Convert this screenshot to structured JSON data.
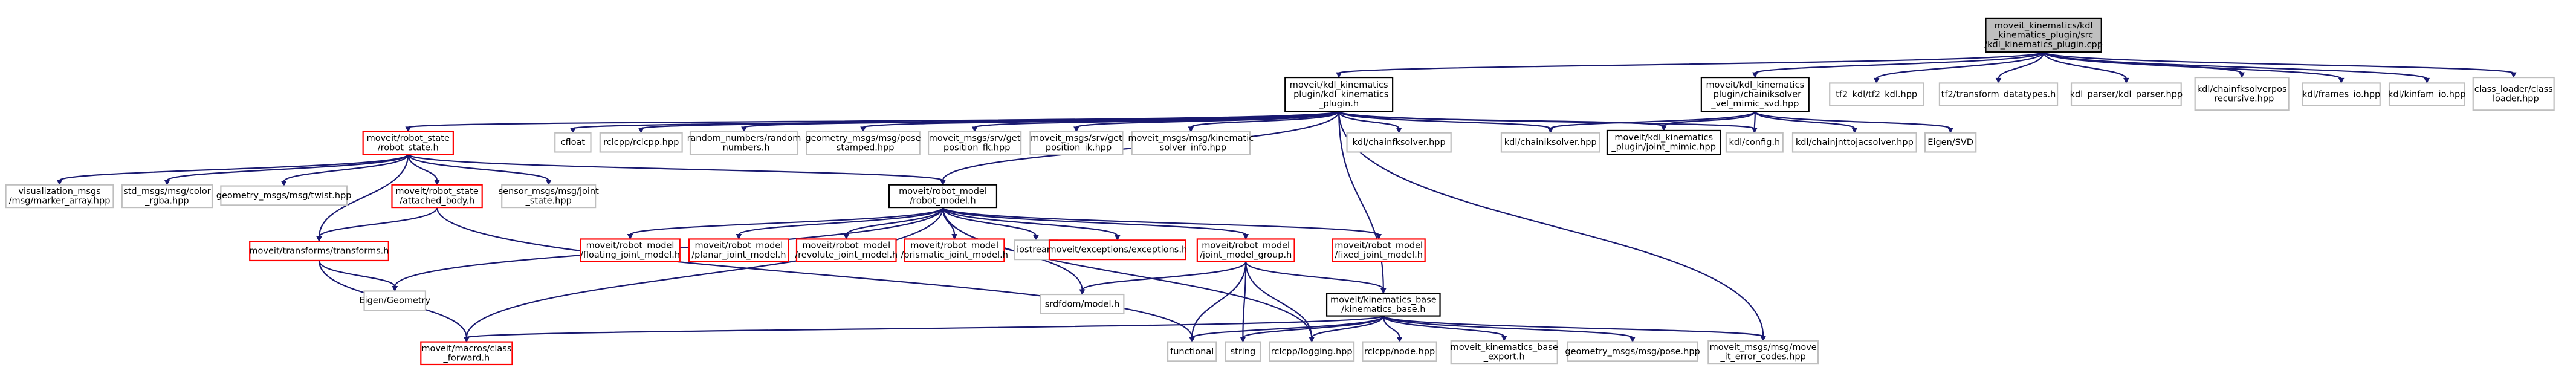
{
  "colors": {
    "edge": "#191970",
    "root_fill": "#bfbfbf",
    "root_border": "#000000",
    "linked_border": "#000000",
    "missing_border": "#ff0000",
    "external_border": "#bfbfbf",
    "node_fill": "#ffffff"
  },
  "nodes": [
    {
      "id": "root",
      "kind": "root",
      "lines": [
        "moveit_kinematics/kdl",
        "_kinematics_plugin/src",
        "/kdl_kinematics_plugin.cpp"
      ]
    },
    {
      "id": "kdl_plugin_h",
      "kind": "linked",
      "lines": [
        "moveit/kdl_kinematics",
        "_plugin/kdl_kinematics",
        "_plugin.h"
      ]
    },
    {
      "id": "chainiksolver_vel",
      "kind": "linked",
      "lines": [
        "moveit/kdl_kinematics",
        "_plugin/chainiksolver",
        "_vel_mimic_svd.hpp"
      ]
    },
    {
      "id": "tf2_kdl",
      "kind": "external",
      "lines": [
        "tf2_kdl/tf2_kdl.hpp"
      ]
    },
    {
      "id": "tf2_transform_datatypes",
      "kind": "external",
      "lines": [
        "tf2/transform_datatypes.h"
      ]
    },
    {
      "id": "kdl_parser",
      "kind": "external",
      "lines": [
        "kdl_parser/kdl_parser.hpp"
      ]
    },
    {
      "id": "chainfksolverpos",
      "kind": "external",
      "lines": [
        "kdl/chainfksolverpos",
        "_recursive.hpp"
      ]
    },
    {
      "id": "frames_io",
      "kind": "external",
      "lines": [
        "kdl/frames_io.hpp"
      ]
    },
    {
      "id": "kinfam_io",
      "kind": "external",
      "lines": [
        "kdl/kinfam_io.hpp"
      ]
    },
    {
      "id": "class_loader",
      "kind": "external",
      "lines": [
        "class_loader/class",
        "_loader.hpp"
      ]
    },
    {
      "id": "robot_state",
      "kind": "missing",
      "lines": [
        "moveit/robot_state",
        "/robot_state.h"
      ]
    },
    {
      "id": "cfloat",
      "kind": "external",
      "lines": [
        "cfloat"
      ]
    },
    {
      "id": "rclcpp",
      "kind": "external",
      "lines": [
        "rclcpp/rclcpp.hpp"
      ]
    },
    {
      "id": "random_numbers",
      "kind": "external",
      "lines": [
        "random_numbers/random",
        "_numbers.h"
      ]
    },
    {
      "id": "pose_stamped",
      "kind": "external",
      "lines": [
        "geometry_msgs/msg/pose",
        "_stamped.hpp"
      ]
    },
    {
      "id": "get_position_fk",
      "kind": "external",
      "lines": [
        "moveit_msgs/srv/get",
        "_position_fk.hpp"
      ]
    },
    {
      "id": "get_position_ik",
      "kind": "external",
      "lines": [
        "moveit_msgs/srv/get",
        "_position_ik.hpp"
      ]
    },
    {
      "id": "kinematic_solver_info",
      "kind": "external",
      "lines": [
        "moveit_msgs/msg/kinematic",
        "_solver_info.hpp"
      ]
    },
    {
      "id": "chainfksolver",
      "kind": "external",
      "lines": [
        "kdl/chainfksolver.hpp"
      ]
    },
    {
      "id": "chainiksolver",
      "kind": "external",
      "lines": [
        "kdl/chainiksolver.hpp"
      ]
    },
    {
      "id": "joint_mimic",
      "kind": "linked",
      "lines": [
        "moveit/kdl_kinematics",
        "_plugin/joint_mimic.hpp"
      ]
    },
    {
      "id": "kdl_config",
      "kind": "external",
      "lines": [
        "kdl/config.h"
      ]
    },
    {
      "id": "chainjnttojacsolver",
      "kind": "external",
      "lines": [
        "kdl/chainjnttojacsolver.hpp"
      ]
    },
    {
      "id": "eigen_svd",
      "kind": "external",
      "lines": [
        "Eigen/SVD"
      ]
    },
    {
      "id": "marker_array",
      "kind": "external",
      "lines": [
        "visualization_msgs",
        "/msg/marker_array.hpp"
      ]
    },
    {
      "id": "color_rgba",
      "kind": "external",
      "lines": [
        "std_msgs/msg/color",
        "_rgba.hpp"
      ]
    },
    {
      "id": "twist",
      "kind": "external",
      "lines": [
        "geometry_msgs/msg/twist.hpp"
      ]
    },
    {
      "id": "attached_body",
      "kind": "missing",
      "lines": [
        "moveit/robot_state",
        "/attached_body.h"
      ]
    },
    {
      "id": "joint_state",
      "kind": "external",
      "lines": [
        "sensor_msgs/msg/joint",
        "_state.hpp"
      ]
    },
    {
      "id": "robot_model",
      "kind": "linked",
      "lines": [
        "moveit/robot_model",
        "/robot_model.h"
      ]
    },
    {
      "id": "transforms",
      "kind": "missing",
      "lines": [
        "moveit/transforms/transforms.h"
      ]
    },
    {
      "id": "eigen_geometry",
      "kind": "external",
      "lines": [
        "Eigen/Geometry"
      ]
    },
    {
      "id": "floating_joint",
      "kind": "missing",
      "lines": [
        "moveit/robot_model",
        "/floating_joint_model.h"
      ]
    },
    {
      "id": "planar_joint",
      "kind": "missing",
      "lines": [
        "moveit/robot_model",
        "/planar_joint_model.h"
      ]
    },
    {
      "id": "revolute_joint",
      "kind": "missing",
      "lines": [
        "moveit/robot_model",
        "/revolute_joint_model.h"
      ]
    },
    {
      "id": "prismatic_joint",
      "kind": "missing",
      "lines": [
        "moveit/robot_model",
        "/prismatic_joint_model.h"
      ]
    },
    {
      "id": "iostream",
      "kind": "external",
      "lines": [
        "iostream"
      ]
    },
    {
      "id": "exceptions",
      "kind": "missing",
      "lines": [
        "moveit/exceptions/exceptions.h"
      ]
    },
    {
      "id": "joint_model_group",
      "kind": "missing",
      "lines": [
        "moveit/robot_model",
        "/joint_model_group.h"
      ]
    },
    {
      "id": "fixed_joint",
      "kind": "missing",
      "lines": [
        "moveit/robot_model",
        "/fixed_joint_model.h"
      ]
    },
    {
      "id": "srdfdom",
      "kind": "external",
      "lines": [
        "srdfdom/model.h"
      ]
    },
    {
      "id": "kinematics_base",
      "kind": "linked",
      "lines": [
        "moveit/kinematics_base",
        "/kinematics_base.h"
      ]
    },
    {
      "id": "class_forward",
      "kind": "missing",
      "lines": [
        "moveit/macros/class",
        "_forward.h"
      ]
    },
    {
      "id": "functional",
      "kind": "external",
      "lines": [
        "functional"
      ]
    },
    {
      "id": "string",
      "kind": "external",
      "lines": [
        "string"
      ]
    },
    {
      "id": "rclcpp_logging",
      "kind": "external",
      "lines": [
        "rclcpp/logging.hpp"
      ]
    },
    {
      "id": "rclcpp_node",
      "kind": "external",
      "lines": [
        "rclcpp/node.hpp"
      ]
    },
    {
      "id": "kinematics_base_export",
      "kind": "external",
      "lines": [
        "moveit_kinematics_base",
        "_export.h"
      ]
    },
    {
      "id": "pose",
      "kind": "external",
      "lines": [
        "geometry_msgs/msg/pose.hpp"
      ]
    },
    {
      "id": "move_it_error_codes",
      "kind": "external",
      "lines": [
        "moveit_msgs/msg/move",
        "_it_error_codes.hpp"
      ]
    }
  ],
  "edges": [
    [
      "root",
      "kdl_plugin_h"
    ],
    [
      "root",
      "chainiksolver_vel"
    ],
    [
      "root",
      "tf2_kdl"
    ],
    [
      "root",
      "tf2_transform_datatypes"
    ],
    [
      "root",
      "kdl_parser"
    ],
    [
      "root",
      "chainfksolverpos"
    ],
    [
      "root",
      "frames_io"
    ],
    [
      "root",
      "kinfam_io"
    ],
    [
      "root",
      "class_loader"
    ],
    [
      "kdl_plugin_h",
      "robot_state"
    ],
    [
      "kdl_plugin_h",
      "cfloat"
    ],
    [
      "kdl_plugin_h",
      "rclcpp"
    ],
    [
      "kdl_plugin_h",
      "random_numbers"
    ],
    [
      "kdl_plugin_h",
      "pose_stamped"
    ],
    [
      "kdl_plugin_h",
      "get_position_fk"
    ],
    [
      "kdl_plugin_h",
      "get_position_ik"
    ],
    [
      "kdl_plugin_h",
      "kinematic_solver_info"
    ],
    [
      "kdl_plugin_h",
      "chainfksolver"
    ],
    [
      "kdl_plugin_h",
      "chainiksolver"
    ],
    [
      "kdl_plugin_h",
      "joint_mimic"
    ],
    [
      "kdl_plugin_h",
      "kdl_config"
    ],
    [
      "kdl_plugin_h",
      "robot_model"
    ],
    [
      "kdl_plugin_h",
      "kinematics_base"
    ],
    [
      "kdl_plugin_h",
      "move_it_error_codes"
    ],
    [
      "chainiksolver_vel",
      "chainiksolver"
    ],
    [
      "chainiksolver_vel",
      "joint_mimic"
    ],
    [
      "chainiksolver_vel",
      "kdl_config"
    ],
    [
      "chainiksolver_vel",
      "chainjnttojacsolver"
    ],
    [
      "chainiksolver_vel",
      "eigen_svd"
    ],
    [
      "robot_state",
      "marker_array"
    ],
    [
      "robot_state",
      "color_rgba"
    ],
    [
      "robot_state",
      "twist"
    ],
    [
      "robot_state",
      "attached_body"
    ],
    [
      "robot_state",
      "joint_state"
    ],
    [
      "robot_state",
      "robot_model"
    ],
    [
      "robot_state",
      "transforms"
    ],
    [
      "attached_body",
      "transforms"
    ],
    [
      "attached_body",
      "functional"
    ],
    [
      "transforms",
      "eigen_geometry"
    ],
    [
      "transforms",
      "class_forward"
    ],
    [
      "robot_model",
      "eigen_geometry"
    ],
    [
      "robot_model",
      "floating_joint"
    ],
    [
      "robot_model",
      "planar_joint"
    ],
    [
      "robot_model",
      "revolute_joint"
    ],
    [
      "robot_model",
      "prismatic_joint"
    ],
    [
      "robot_model",
      "iostream"
    ],
    [
      "robot_model",
      "exceptions"
    ],
    [
      "robot_model",
      "joint_model_group"
    ],
    [
      "robot_model",
      "fixed_joint"
    ],
    [
      "robot_model",
      "srdfdom"
    ],
    [
      "robot_model",
      "class_forward"
    ],
    [
      "robot_model",
      "rclcpp_logging"
    ],
    [
      "joint_model_group",
      "srdfdom"
    ],
    [
      "joint_model_group",
      "kinematics_base"
    ],
    [
      "joint_model_group",
      "functional"
    ],
    [
      "joint_model_group",
      "string"
    ],
    [
      "joint_model_group",
      "rclcpp_logging"
    ],
    [
      "kinematics_base",
      "class_forward"
    ],
    [
      "kinematics_base",
      "functional"
    ],
    [
      "kinematics_base",
      "string"
    ],
    [
      "kinematics_base",
      "rclcpp_logging"
    ],
    [
      "kinematics_base",
      "rclcpp_node"
    ],
    [
      "kinematics_base",
      "kinematics_base_export"
    ],
    [
      "kinematics_base",
      "pose"
    ],
    [
      "kinematics_base",
      "move_it_error_codes"
    ]
  ]
}
